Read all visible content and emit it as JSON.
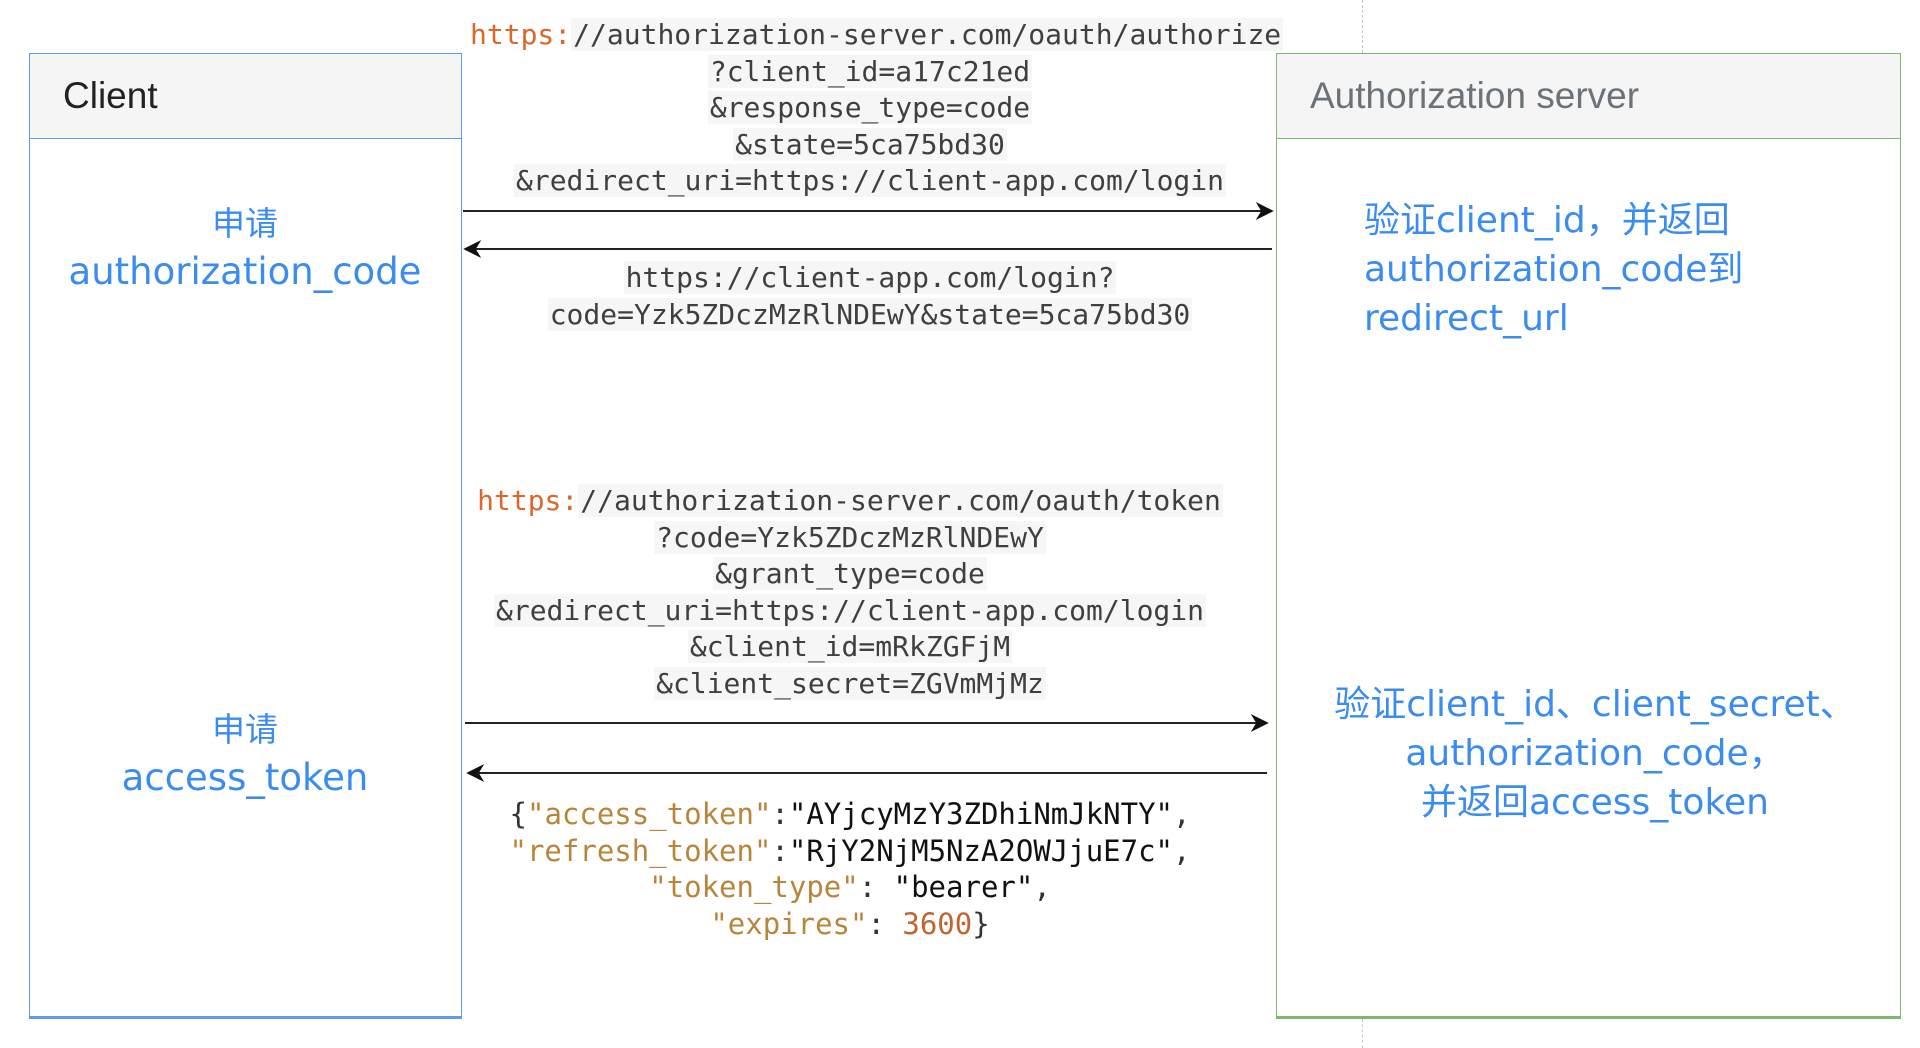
{
  "lanes": {
    "client": {
      "title": "Client",
      "border_color": "#5b9cf3"
    },
    "server": {
      "title": "Authorization server",
      "border_color": "#7cb86e"
    }
  },
  "notes": {
    "client_request_code": {
      "line1": "申请",
      "line2": "authorization_code"
    },
    "client_request_token": {
      "line1": "申请",
      "line2": "access_token"
    },
    "server_verify_code": {
      "line1": "验证client_id，并返回",
      "line2": "authorization_code到",
      "line3": "redirect_url"
    },
    "server_verify_token": {
      "line1": "验证client_id、client_secret、",
      "line2": "authorization_code，",
      "line3": "并返回access_token"
    },
    "color": "#3b8cf0"
  },
  "messages": {
    "authorize_request": {
      "scheme": "https:",
      "url_rest": "//authorization-server.com/oauth/authorize",
      "params": [
        "?client_id=a17c21ed",
        "&response_type=code",
        "&state=5ca75bd30",
        "&redirect_uri=https://client-app.com/login"
      ],
      "direction": "client-to-server"
    },
    "authorize_response": {
      "lines": [
        "https://client-app.com/login?",
        "code=Yzk5ZDczMzRlNDEwY&state=5ca75bd30"
      ],
      "direction": "server-to-client"
    },
    "token_request": {
      "scheme": "https:",
      "url_rest": "//authorization-server.com/oauth/token",
      "params": [
        "?code=Yzk5ZDczMzRlNDEwY",
        "&grant_type=code",
        "&redirect_uri=https://client-app.com/login",
        "&client_id=mRkZGFjM",
        "&client_secret=ZGVmMjMz"
      ],
      "direction": "client-to-server"
    },
    "token_response": {
      "fields": [
        {
          "key": "\"access_token\"",
          "sep": ":",
          "value": "\"AYjcyMzY3ZDhiNmJkNTY\"",
          "tail": ",",
          "prefix": "{"
        },
        {
          "key": "\"refresh_token\"",
          "sep": ":",
          "value": "\"RjY2NjM5NzA2OWJjuE7c\"",
          "tail": ",",
          "prefix": ""
        },
        {
          "key": "\"token_type\"",
          "sep": ": ",
          "value": "\"bearer\"",
          "tail": ",",
          "prefix": ""
        },
        {
          "key": "\"expires\"",
          "sep": ": ",
          "value": "3600",
          "tail": "}",
          "prefix": ""
        }
      ],
      "direction": "server-to-client"
    },
    "scheme_color": "#d9682a",
    "key_color": "#b8863b",
    "number_color": "#c0652e"
  }
}
